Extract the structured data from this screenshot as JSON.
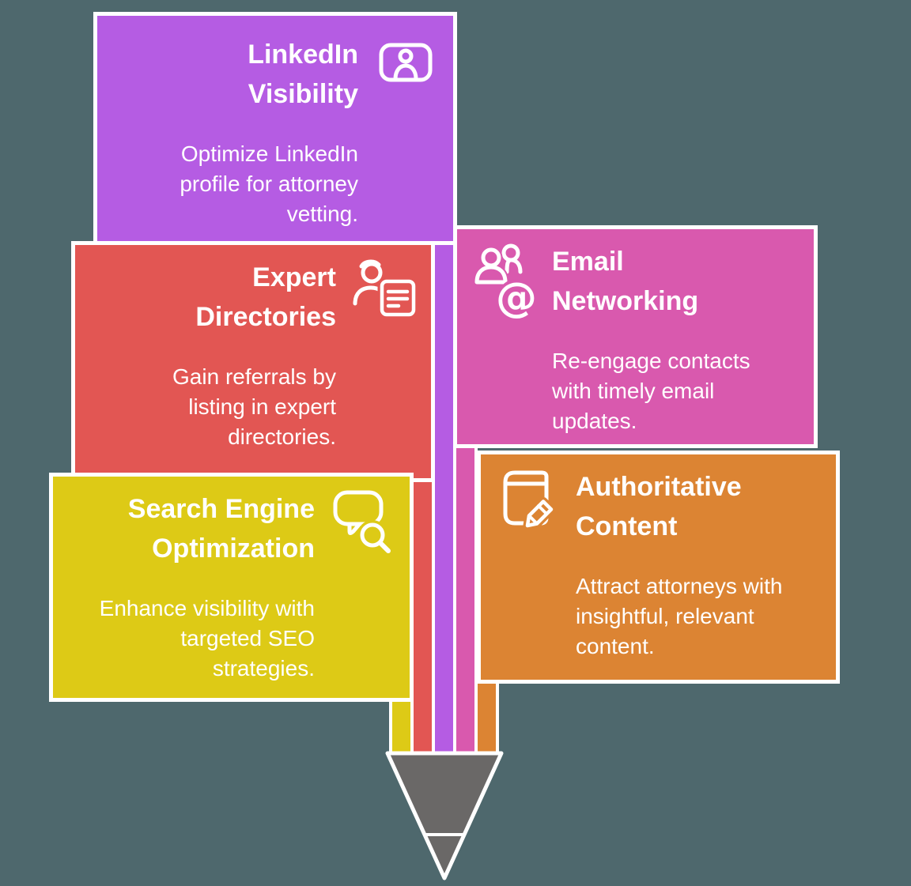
{
  "background_color": "#4e686d",
  "cards": [
    {
      "name": "linkedin-visibility",
      "title": "LinkedIn\nVisibility",
      "body": "Optimize LinkedIn\nprofile for attorney\nvetting.",
      "color": "#b55ce3",
      "icon": "profile-card-icon",
      "text_align": "right"
    },
    {
      "name": "expert-directories",
      "title": "Expert\nDirectories",
      "body": "Gain referrals by\nlisting in expert\ndirectories.",
      "color": "#e25653",
      "icon": "person-document-icon",
      "text_align": "right"
    },
    {
      "name": "email-networking",
      "title": "Email\nNetworking",
      "body": "Re-engage contacts\nwith timely email\nupdates.",
      "color": "#d959ae",
      "icon": "people-at-sign-icon",
      "text_align": "left"
    },
    {
      "name": "search-engine-optimization",
      "title": "Search Engine\nOptimization",
      "body": "Enhance visibility with\ntargeted SEO\nstrategies.",
      "color": "#ddca16",
      "icon": "chat-bubble-magnifier-icon",
      "text_align": "right"
    },
    {
      "name": "authoritative-content",
      "title": "Authoritative\nContent",
      "body": "Attract attorneys with\ninsightful, relevant\ncontent.",
      "color": "#dc8433",
      "icon": "book-pencil-icon",
      "text_align": "left"
    }
  ],
  "pencil": {
    "tip_color": "#6a6867",
    "outline_color": "#ffffff"
  }
}
